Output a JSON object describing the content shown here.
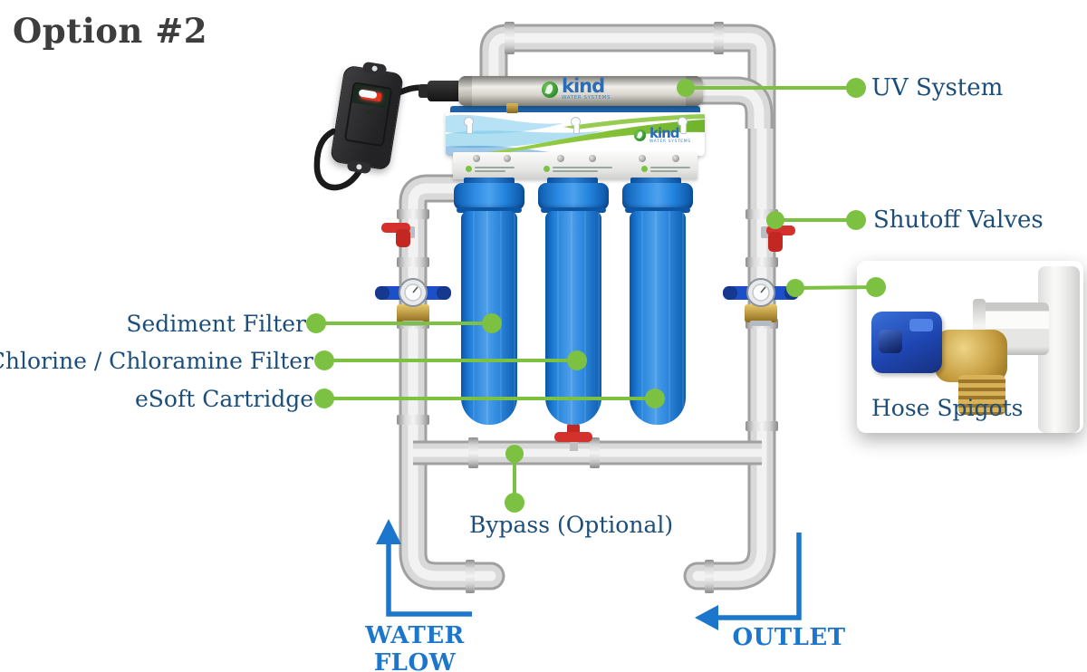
{
  "title": "Option #2",
  "labels": {
    "uv_system": "UV System",
    "shutoff_valves": "Shutoff Valves",
    "sediment_filter": "Sediment Filter",
    "chlorine_filter": "Chlorine / Chloramine Filter",
    "esoft_cartridge": "eSoft Cartridge",
    "bypass": "Bypass (Optional)",
    "hose_spigots": "Hose Spigots",
    "water_flow": "WATER FLOW",
    "outlet": "OUTLET"
  },
  "logo": {
    "brand": "kind",
    "tagline": "WATER SYSTEMS"
  },
  "colors": {
    "accent_green": "#7cc142",
    "label_navy": "#1c4e79",
    "arrow_blue": "#1c76cc",
    "valve_red": "#d5312c",
    "filter_blue": "#1b7fdd",
    "title_gray": "#3d3d3d",
    "pipe_gray": "#d8d8d8"
  }
}
